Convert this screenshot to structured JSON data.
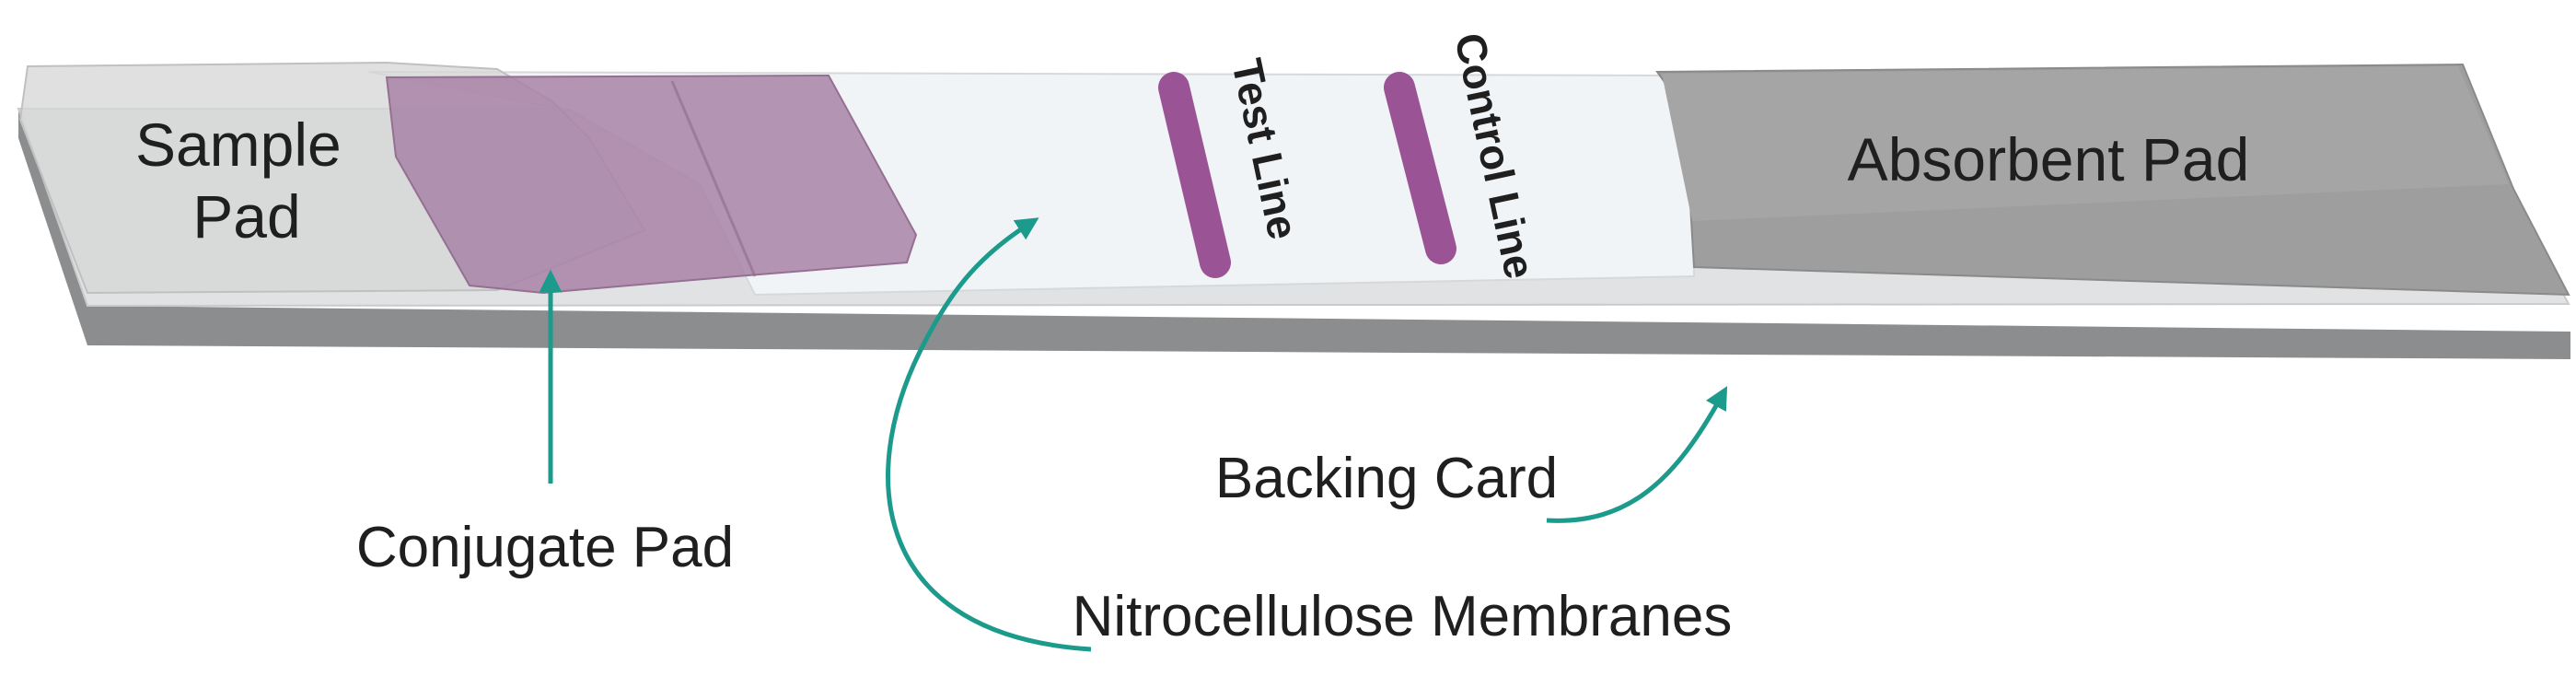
{
  "labels": {
    "sample_pad": [
      "Sample",
      "Pad"
    ],
    "absorbent_pad": "Absorbent Pad",
    "test_line": "Test Line",
    "control_line": "Control Line",
    "conjugate_pad": "Conjugate Pad",
    "nitrocellulose": "Nitrocellulose Membranes",
    "backing_card": "Backing Card"
  },
  "colors": {
    "strip_top": "#efefef",
    "strip_side": "#8b8d8e",
    "backing_layer": "#e0e2e3",
    "membrane": "#f1f4f6",
    "sample_pad": "#d6d6d6",
    "conjugate_pad": "#a883a6",
    "absorbent_pad": "#9e9e9e",
    "line_purple": "#9a5496",
    "arrow": "#1c9a8c",
    "test_label": "#e8892c",
    "control_label": "#3a86c8"
  }
}
